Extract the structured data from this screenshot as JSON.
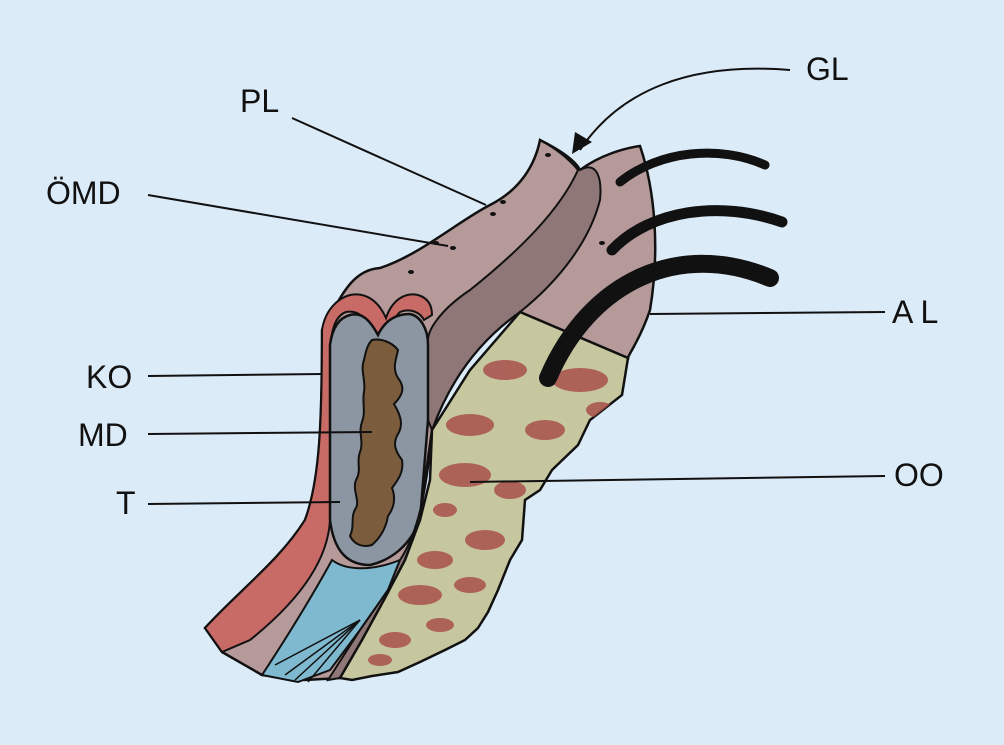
{
  "labels": {
    "pl": "PL",
    "omd": "ÖMD",
    "gl": "GL",
    "al": "A L",
    "ko": "KO",
    "md": "MD",
    "t": "T",
    "oo": "OO"
  },
  "colors": {
    "background": "#dcebf8",
    "skin": "#b69a9a",
    "skin_shadow": "#8f7777",
    "conjunctiva": "#c86a66",
    "tarsus": "#8c96a2",
    "meibomian_gland": "#7b5c3d",
    "muscle": "#c7c79f",
    "muscle_fibers": "#a8504c",
    "aponeurosis": "#7fb9cf",
    "lashes": "#111111"
  }
}
